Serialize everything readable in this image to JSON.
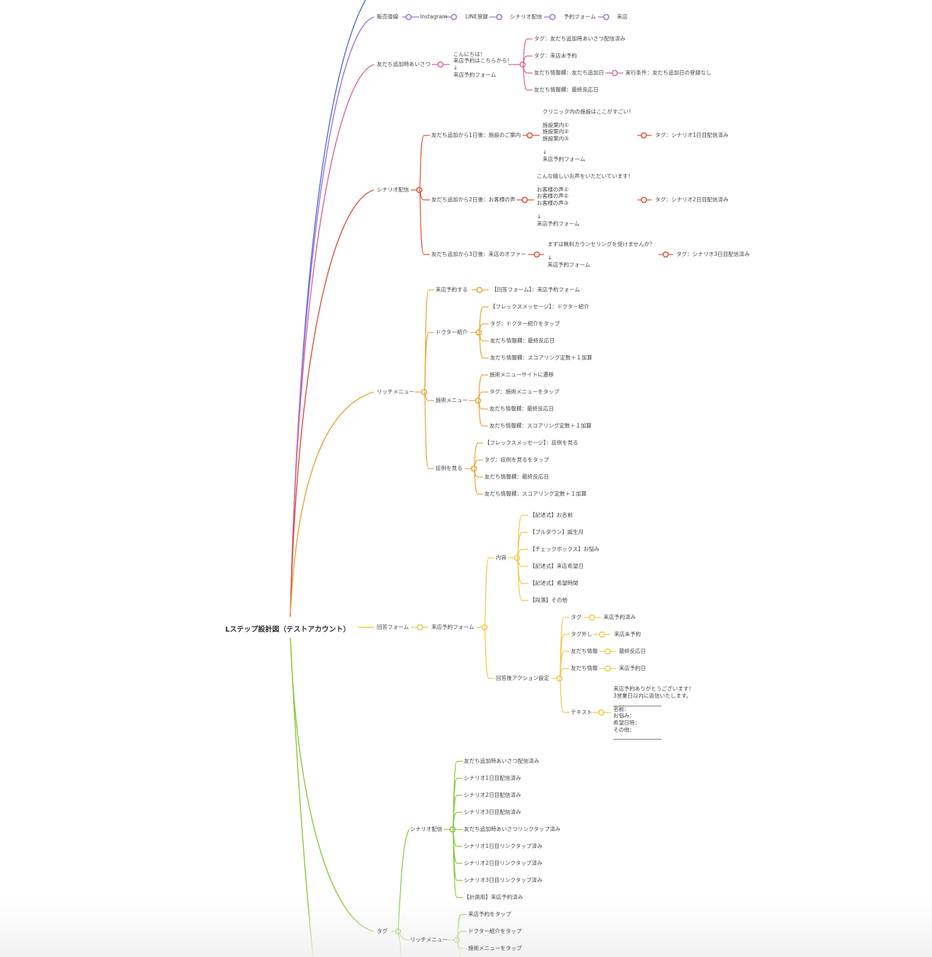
{
  "title": "Lステップ設計図（テストアカウント）",
  "branch_colors": {
    "blue": "#4f6cd8",
    "purple": "#9b72d6",
    "pink": "#d8669a",
    "red": "#d9523a",
    "orange": "#e9a63b",
    "yellow": "#ecc94b",
    "green": "#8cc63f"
  },
  "labels": {
    "hanbai": "販売導線",
    "instagram": "Instagram",
    "line_toroku": "LINE登録",
    "scenario_haishin": "シナリオ配信",
    "yoyaku_form": "予約フォーム",
    "raiten": "来店",
    "aisatsu": "友だち追加時あいさつ",
    "aisatsu_msg": "こんにちは！\n来店予約はこちらから！\n↓\n来店予約フォーム",
    "aisatsu_tag1": "タグ：友だち追加時あいさつ配信済み",
    "aisatsu_tag2": "タグ：来店未予約",
    "aisatsu_info1": "友だち情報欄：友だち追加日",
    "aisatsu_cond": "実行条件：友だち追加日の登録なし",
    "aisatsu_info2": "友だち情報欄：最終反応日",
    "scenario": "シナリオ配信",
    "day1": "友だち追加から1日後：施設のご案内",
    "day1_msg": "クリニック内の施設はここがすごい！\n\n施設案内①\n施設案内②\n施設案内③\n\n↓\n来店予約フォーム",
    "day1_tag": "タグ：シナリオ1日目配信済み",
    "day2": "友だち追加から2日後：お客様の声",
    "day2_msg": "こんな嬉しいお声をいただいています！\n\nお客様の声①\nお客様の声②\nお客様の声③\n\n↓\n来店予約フォーム",
    "day2_tag": "タグ：シナリオ2日目配信済み",
    "day3": "友だち追加から3日後：来店のオファー",
    "day3_msg": "まずは無料カウンセリングを受けませんか？\n\n↓\n来店予約フォーム",
    "day3_tag": "タグ：シナリオ3日目配信済み",
    "rich": "リッチメニュー",
    "rich_yoyaku": "来店予約する",
    "rich_yoyaku_form": "【回答フォーム】：来店予約フォーム",
    "doctor": "ドクター紹介",
    "doctor_1": "【フレックスメッセージ】：ドクター紹介",
    "doctor_2": "タグ：ドクター紹介をタップ",
    "doctor_3": "友だち情報欄：最終反応日",
    "doctor_4": "友だち情報欄：スコアリング定数＋１加算",
    "menu": "施術メニュー",
    "menu_1": "施術メニューサイトに遷移",
    "menu_2": "タグ：施術メニューをタップ",
    "menu_3": "友だち情報欄：最終反応日",
    "menu_4": "友だち情報欄：スコアリング定数＋１加算",
    "case": "症例を見る",
    "case_1": "【フレックスメッセージ】：症例を見る",
    "case_2": "タグ：症例を見るをタップ",
    "case_3": "友だち情報欄：最終反応日",
    "case_4": "友だち情報欄：スコアリング定数＋１加算",
    "kaito": "回答フォーム",
    "form": "来店予約フォーム",
    "naiyo": "内容",
    "naiyo_1": "【記述式】お名前",
    "naiyo_2": "【プルダウン】誕生月",
    "naiyo_3": "【チェックボックス】お悩み",
    "naiyo_4": "【記述式】来店希望日",
    "naiyo_5": "【記述式】希望時間",
    "naiyo_6": "【段落】その他",
    "action": "回答後アクション設定",
    "act_tag": "タグ",
    "act_tag_v": "来店予約済み",
    "act_untag": "タグ外し",
    "act_untag_v": "来店未予約",
    "act_info1": "友だち情報",
    "act_info1_v": "最終反応日",
    "act_info2": "友だち情報",
    "act_info2_v": "来店予約日",
    "act_text": "テキスト",
    "act_text_v": "来店予約ありがとうございます！\n3営業日以内に返信いたします。\n\n名前：\nお悩み：\n希望日時：\nその他：",
    "tag": "タグ",
    "tag_scn": "シナリオ配信",
    "tag_scn_1": "友だち追加時あいさつ配信済み",
    "tag_scn_2": "シナリオ1日目配信済み",
    "tag_scn_3": "シナリオ2日目配信済み",
    "tag_scn_4": "シナリオ3日目配信済み",
    "tag_scn_5": "友だち追加時あいさつリンクタップ済み",
    "tag_scn_6": "シナリオ1日目リンクタップ済み",
    "tag_scn_7": "シナリオ2日目リンクタップ済み",
    "tag_scn_8": "シナリオ3日目リンクタップ済み",
    "tag_scn_9": "【計測用】来店予約済み",
    "tag_rich": "リッチメニュー",
    "tag_rich_1": "来店予約をタップ",
    "tag_rich_2": "ドクター紹介をタップ",
    "tag_rich_3": "施術メニューをタップ"
  }
}
